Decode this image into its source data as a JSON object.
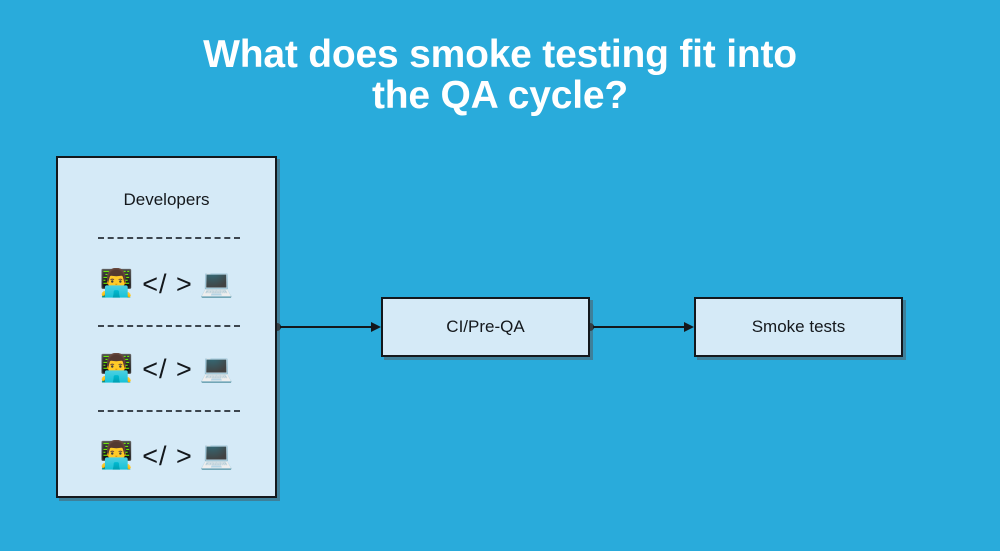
{
  "page": {
    "title": "What does smoke testing fit into\nthe QA cycle?",
    "background_color": "#29abdb",
    "node_fill_color": "#d5eaf7",
    "node_border_color": "#14181c",
    "text_color": "#14181c",
    "title_color": "#ffffff"
  },
  "diagram": {
    "type": "flowchart",
    "direction": "left-to-right",
    "nodes": [
      {
        "id": "developers",
        "label": "Developers",
        "rows": [
          {
            "person_icon": "👨‍💻",
            "code_text": "</ >",
            "laptop_icon": "💻"
          },
          {
            "person_icon": "👨‍💻",
            "code_text": "</ >",
            "laptop_icon": "💻"
          },
          {
            "person_icon": "👨‍💻",
            "code_text": "</ >",
            "laptop_icon": "💻"
          }
        ]
      },
      {
        "id": "ci",
        "label": "CI/Pre-QA"
      },
      {
        "id": "smoke",
        "label": "Smoke tests"
      }
    ],
    "edges": [
      {
        "from": "developers",
        "to": "ci",
        "arrow": "to",
        "source_marker": "dot"
      },
      {
        "from": "ci",
        "to": "smoke",
        "arrow": "to",
        "source_marker": "dot"
      }
    ]
  }
}
